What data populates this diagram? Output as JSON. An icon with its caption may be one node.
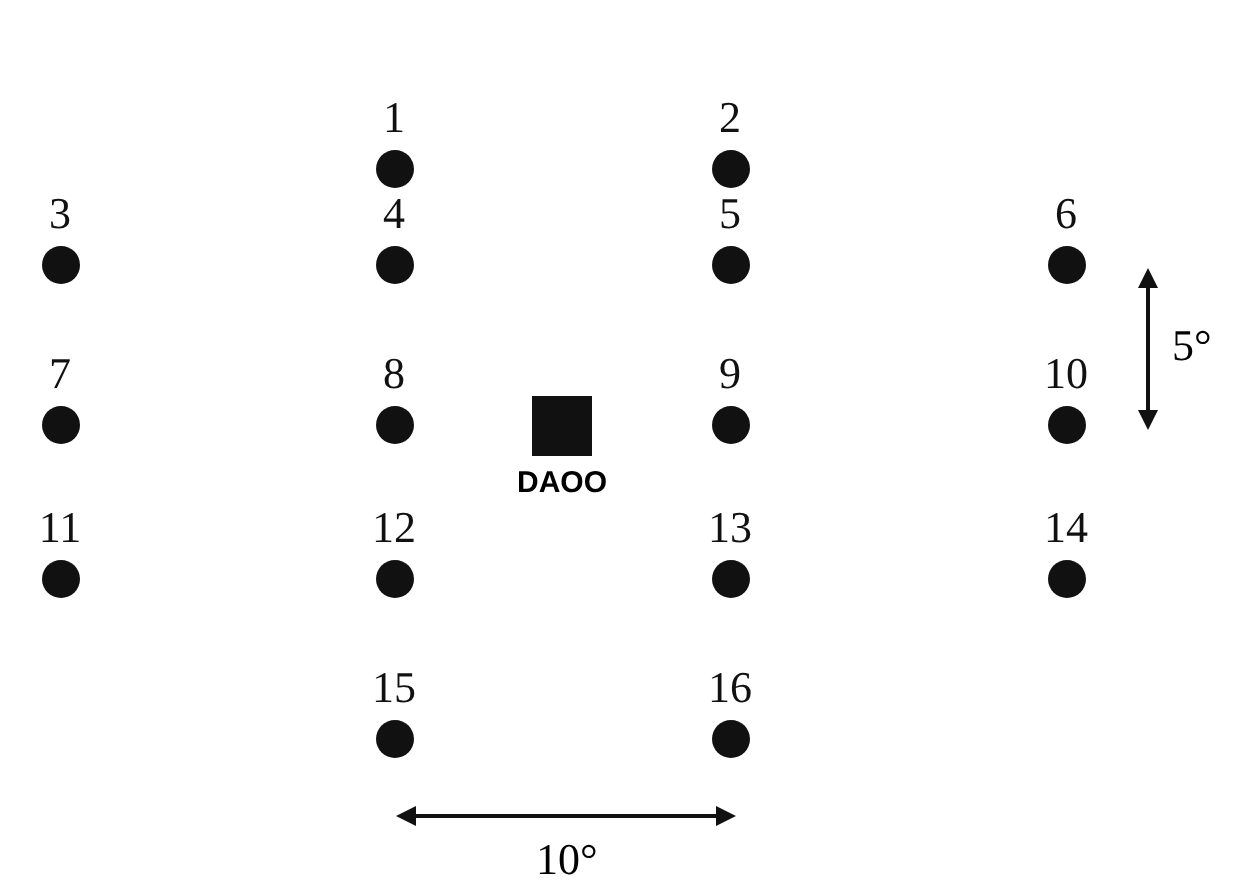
{
  "diagram": {
    "nodes": [
      {
        "text": [
          "1"
        ]
      },
      {
        "text": [
          "2"
        ]
      },
      {
        "text": [
          "3"
        ]
      },
      {
        "text": [
          "4"
        ]
      },
      {
        "text": [
          "5"
        ]
      },
      {
        "text": [
          "6"
        ]
      },
      {
        "text": [
          "7"
        ]
      },
      {
        "text": [
          "8"
        ]
      },
      {
        "text": [
          "DAOO"
        ]
      },
      {
        "text": [
          "9"
        ]
      },
      {
        "text": [
          "10"
        ]
      },
      {
        "text": [
          "11"
        ]
      },
      {
        "text": [
          "12"
        ]
      },
      {
        "text": [
          "13"
        ]
      },
      {
        "text": [
          "14"
        ]
      },
      {
        "text": [
          "15"
        ]
      },
      {
        "text": [
          "16"
        ]
      }
    ],
    "edges": [],
    "labels": [
      "5°",
      "10°"
    ]
  }
}
